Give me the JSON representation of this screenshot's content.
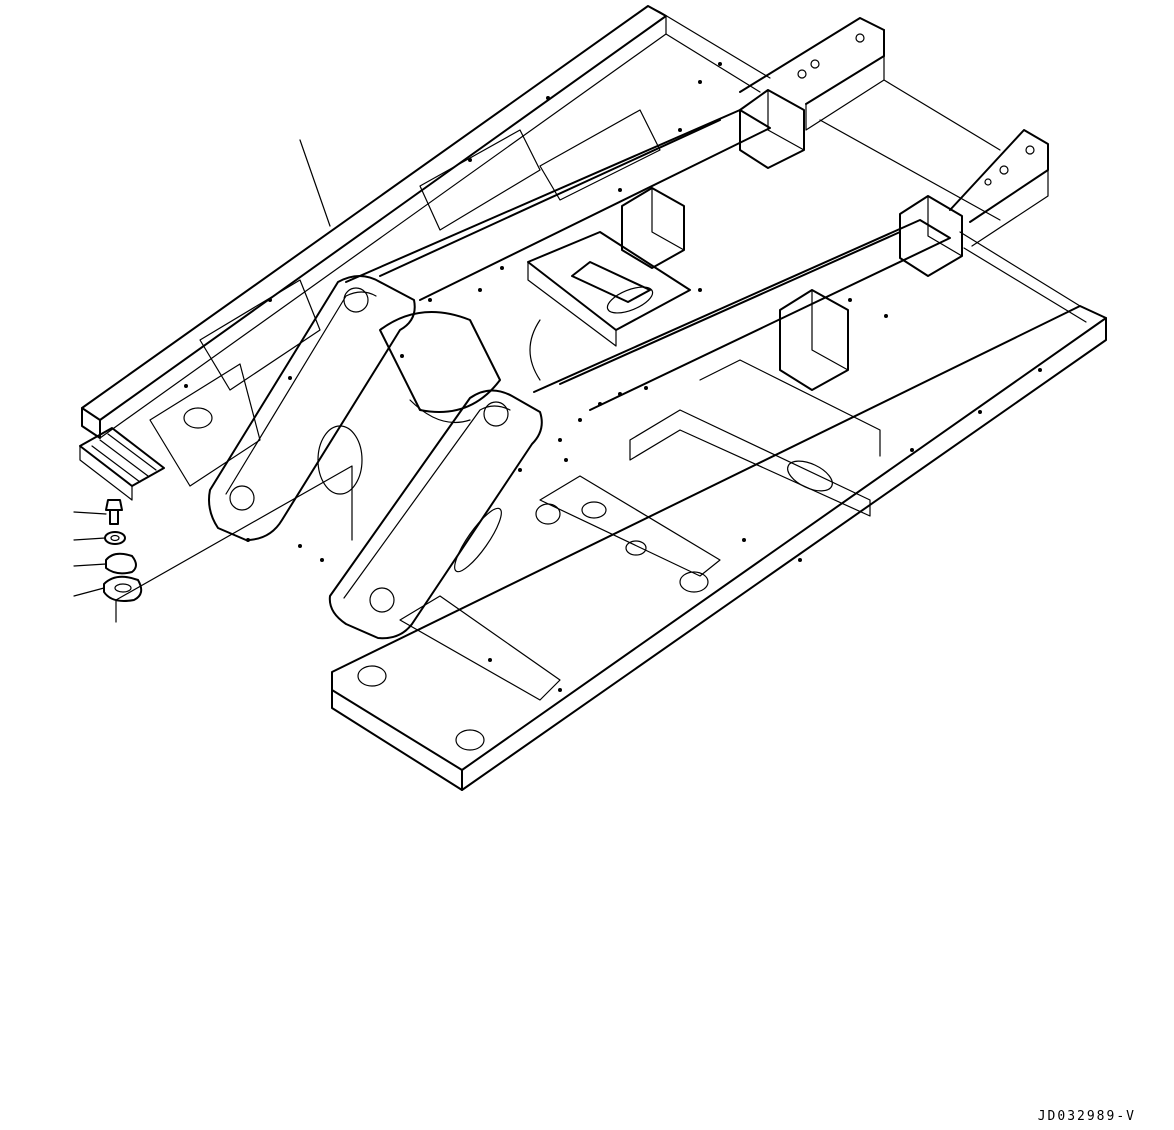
{
  "drawing": {
    "code": "JD032989-V",
    "line_color": "#000000",
    "background": "#ffffff"
  },
  "callouts": [
    {
      "id": "frame"
    },
    {
      "id": "bolt"
    },
    {
      "id": "washer"
    },
    {
      "id": "plate"
    },
    {
      "id": "shim"
    }
  ]
}
